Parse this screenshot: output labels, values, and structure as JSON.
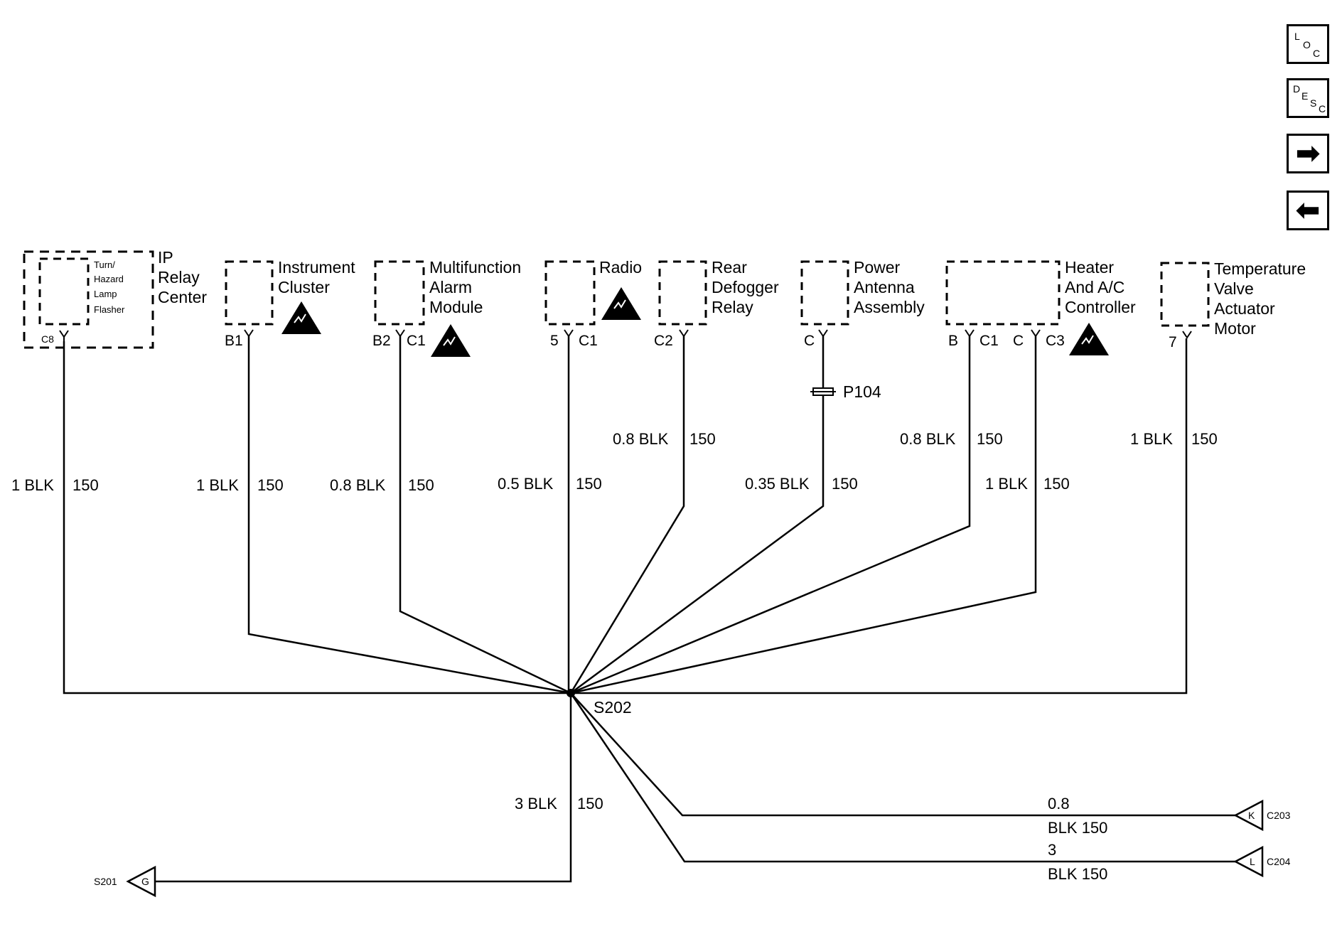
{
  "nav": {
    "loc": {
      "a": "L",
      "b": "O",
      "c": "C"
    },
    "desc": {
      "a": "D",
      "b": "E",
      "c": "S",
      "d": "C"
    },
    "next_icon": "right-arrow-icon",
    "prev_icon": "left-arrow-icon"
  },
  "components": {
    "ip_relay": {
      "label1": "IP",
      "label2": "Relay",
      "label3": "Center",
      "inner1": "Turn/",
      "inner2": "Hazard",
      "inner3": "Lamp",
      "inner4": "Flasher",
      "connector": "C8"
    },
    "instrument_cluster": {
      "label1": "Instrument",
      "label2": "Cluster",
      "pin": "B1"
    },
    "alarm_module": {
      "label1": "Multifunction",
      "label2": "Alarm",
      "label3": "Module",
      "pin": "B2",
      "connector": "C1"
    },
    "radio": {
      "label1": "Radio",
      "pin": "5",
      "connector": "C1"
    },
    "defogger": {
      "label1": "Rear",
      "label2": "Defogger",
      "label3": "Relay",
      "connector": "C2"
    },
    "antenna": {
      "label1": "Power",
      "label2": "Antenna",
      "label3": "Assembly",
      "pin": "C"
    },
    "heater": {
      "label1": "Heater",
      "label2": "And A/C",
      "label3": "Controller",
      "pin_b": "B",
      "conn_b": "C1",
      "pin_c": "C",
      "conn_c": "C3"
    },
    "temp_valve": {
      "label1": "Temperature",
      "label2": "Valve",
      "label3": "Actuator",
      "label4": "Motor",
      "pin": "7"
    }
  },
  "wires": {
    "ip": {
      "size": "1 BLK",
      "circuit": "150"
    },
    "cluster": {
      "size": "1 BLK",
      "circuit": "150"
    },
    "alarm": {
      "size": "0.8 BLK",
      "circuit": "150"
    },
    "radio": {
      "size": "0.5 BLK",
      "circuit": "150"
    },
    "defogger": {
      "size": "0.8 BLK",
      "circuit": "150"
    },
    "antenna": {
      "size": "0.35 BLK",
      "circuit": "150"
    },
    "heater_b": {
      "size": "0.8 BLK",
      "circuit": "150"
    },
    "heater_c": {
      "size": "1 BLK",
      "circuit": "150"
    },
    "temp": {
      "size": "1 BLK",
      "circuit": "150"
    },
    "ground": {
      "size": "3 BLK",
      "circuit": "150"
    },
    "c203": {
      "size": "0.8",
      "color_circuit": "BLK 150"
    },
    "c204": {
      "size": "3",
      "color_circuit": "BLK 150"
    }
  },
  "splice": {
    "name": "S202"
  },
  "inline_connector": {
    "name": "P104"
  },
  "outputs": {
    "c203": {
      "pin": "K",
      "name": "C203"
    },
    "c204": {
      "pin": "L",
      "name": "C204"
    },
    "s201": {
      "pin": "G",
      "name": "S201"
    }
  }
}
